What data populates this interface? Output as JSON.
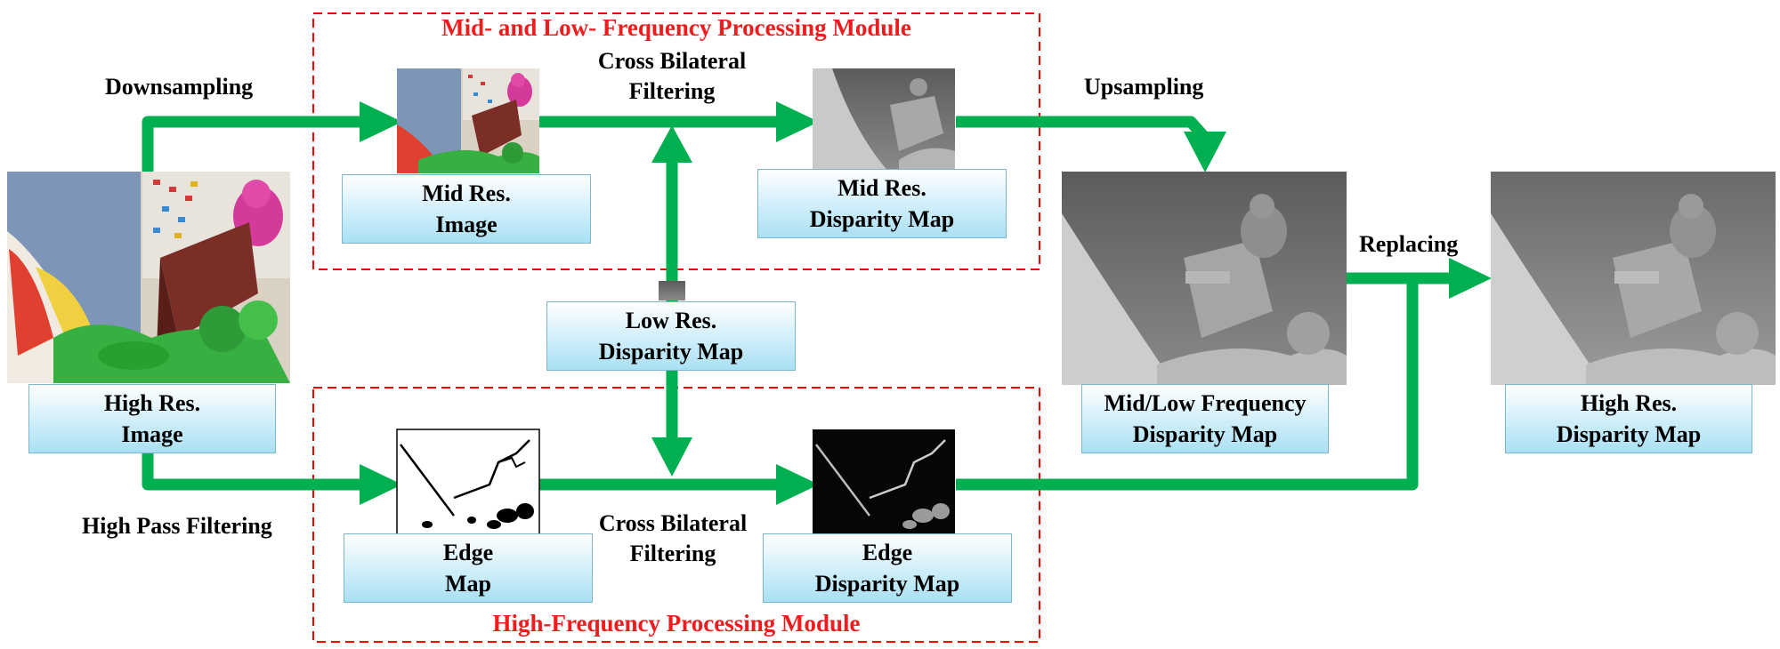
{
  "modules": {
    "mid_low": "Mid- and Low- Frequency Processing Module",
    "high": "High-Frequency Processing Module"
  },
  "operations": {
    "downsampling": "Downsampling",
    "high_pass": "High Pass Filtering",
    "cbf_top": [
      "Cross Bilateral",
      "Filtering"
    ],
    "cbf_bottom": [
      "Cross Bilateral",
      "Filtering"
    ],
    "upsampling": "Upsampling",
    "replacing": "Replacing"
  },
  "boxes": {
    "high_res_image": [
      "High Res.",
      "Image"
    ],
    "mid_res_image": [
      "Mid Res.",
      "Image"
    ],
    "mid_res_disparity": [
      "Mid Res.",
      "Disparity Map"
    ],
    "low_res_disparity": [
      "Low Res.",
      "Disparity Map"
    ],
    "edge_map": [
      "Edge",
      "Map"
    ],
    "edge_disparity": [
      "Edge",
      "Disparity Map"
    ],
    "mid_low_freq": [
      "Mid/Low Frequency",
      "Disparity Map"
    ],
    "high_res_disparity": [
      "High Res.",
      "Disparity Map"
    ]
  },
  "colors": {
    "arrow": "#00b050",
    "module_border": "#ff0000",
    "module_title": "#ee1c1c",
    "box_fill": "#cfeefa"
  }
}
